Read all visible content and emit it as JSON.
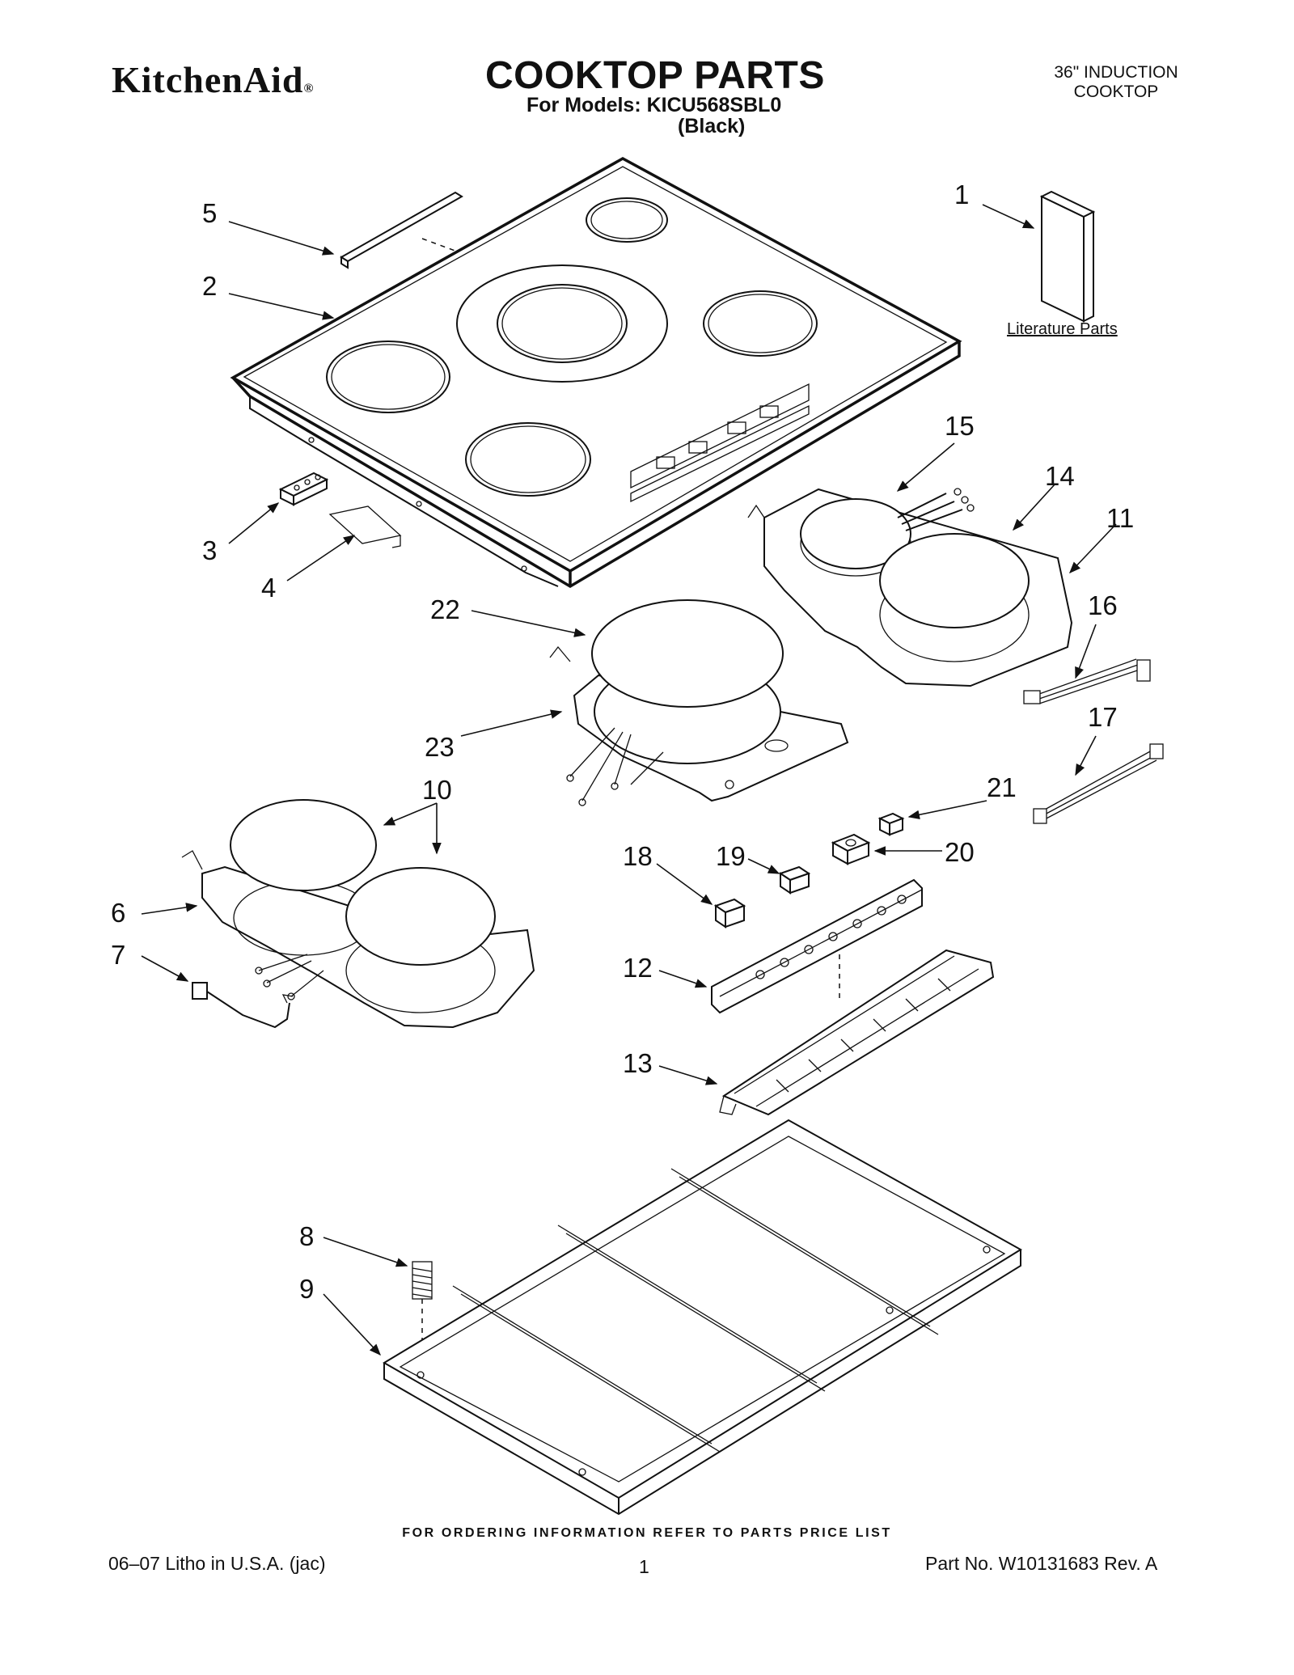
{
  "header": {
    "brand": "KitchenAid",
    "brand_mark": "®",
    "title": "COOKTOP PARTS",
    "models_line": "For Models: KICU568SBL0",
    "color_line": "(Black)",
    "product_type_line1": "36\" INDUCTION",
    "product_type_line2": "COOKTOP"
  },
  "diagram": {
    "literature_label": "Literature Parts",
    "callouts": [
      "1",
      "2",
      "3",
      "4",
      "5",
      "6",
      "7",
      "8",
      "9",
      "10",
      "11",
      "12",
      "13",
      "14",
      "15",
      "16",
      "17",
      "18",
      "19",
      "20",
      "21",
      "22",
      "23"
    ]
  },
  "footer": {
    "ordering_info": "FOR ORDERING INFORMATION REFER TO PARTS PRICE LIST",
    "litho": "06–07 Litho in U.S.A. (jac)",
    "page_number": "1",
    "part_number": "Part No. W10131683 Rev. A"
  }
}
